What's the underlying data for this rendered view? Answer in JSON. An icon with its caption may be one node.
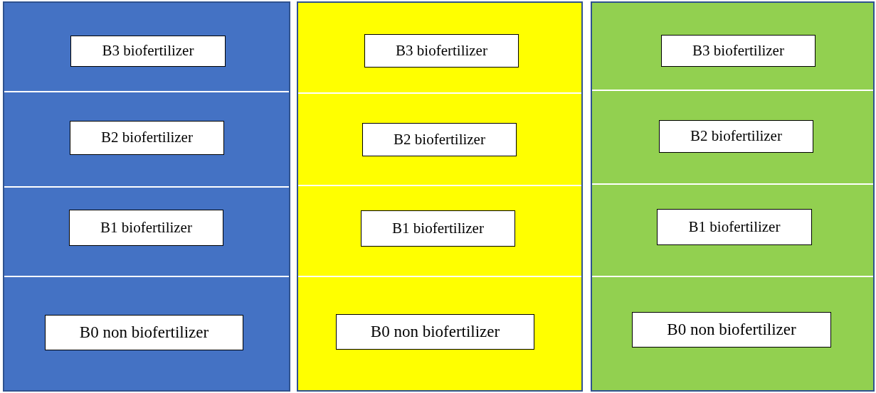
{
  "diagram": {
    "nodes": [
      {
        "text": [],
        "shape": "box"
      },
      {
        "text": [
          "B3 biofertilizer"
        ],
        "in": 0
      },
      {
        "text": [
          "B2 biofertilizer"
        ],
        "in": 0
      },
      {
        "text": [
          "B1 biofertilizer"
        ],
        "in": 0
      },
      {
        "text": [
          "B0 non biofertilizer"
        ],
        "in": 0
      },
      {
        "text": [],
        "shape": "box"
      },
      {
        "text": [
          "B3 biofertilizer"
        ],
        "in": 5
      },
      {
        "text": [
          "B2 biofertilizer"
        ],
        "in": 5
      },
      {
        "text": [
          "B1 biofertilizer"
        ],
        "in": 5
      },
      {
        "text": [
          "B0 non biofertilizer"
        ],
        "in": 5
      },
      {
        "text": [],
        "shape": "box"
      },
      {
        "text": [
          "B3 biofertilizer"
        ],
        "in": 10
      },
      {
        "text": [
          "B2 biofertilizer"
        ],
        "in": 10
      },
      {
        "text": [
          "B1 biofertilizer"
        ],
        "in": 10
      },
      {
        "text": [
          "B0 non biofertilizer"
        ],
        "in": 10
      }
    ]
  }
}
